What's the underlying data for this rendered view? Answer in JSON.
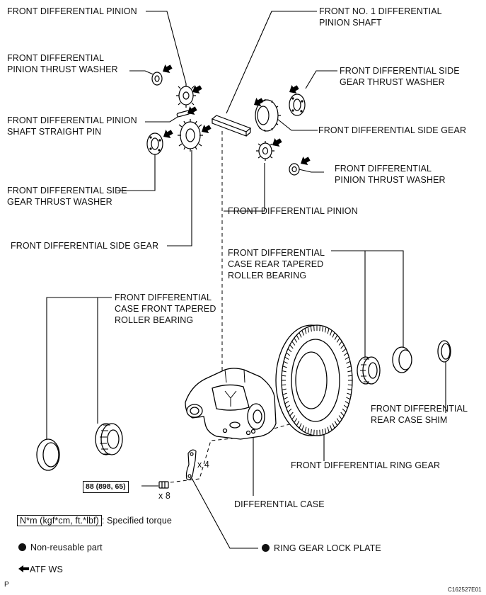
{
  "labels": {
    "front_pinion_top": "FRONT DIFFERENTIAL PINION",
    "no1_pinion_shaft": "FRONT NO. 1 DIFFERENTIAL\nPINION SHAFT",
    "pinion_thrust_washer_left": "FRONT DIFFERENTIAL\nPINION THRUST WASHER",
    "side_gear_thrust_washer_right": "FRONT DIFFERENTIAL SIDE\nGEAR THRUST WASHER",
    "straight_pin": "FRONT DIFFERENTIAL PINION\nSHAFT STRAIGHT PIN",
    "side_gear_right": "FRONT DIFFERENTIAL SIDE GEAR",
    "pinion_thrust_washer_right": "FRONT DIFFERENTIAL\nPINION THRUST WASHER",
    "side_gear_thrust_washer_left": "FRONT DIFFERENTIAL SIDE\nGEAR THRUST WASHER",
    "front_pinion_mid": "FRONT DIFFERENTIAL PINION",
    "side_gear_left": "FRONT DIFFERENTIAL SIDE GEAR",
    "rear_tapered_bearing": "FRONT DIFFERENTIAL\nCASE REAR TAPERED\nROLLER BEARING",
    "front_tapered_bearing": "FRONT DIFFERENTIAL\nCASE FRONT TAPERED\nROLLER BEARING",
    "rear_case_shim": "FRONT DIFFERENTIAL\nREAR CASE SHIM",
    "ring_gear": "FRONT DIFFERENTIAL RING GEAR",
    "differential_case": "DIFFERENTIAL CASE",
    "ring_gear_lock_plate": "RING GEAR LOCK PLATE",
    "qty_x4": "x 4",
    "qty_x8": "x 8"
  },
  "torque": {
    "value": "88 (898, 65)"
  },
  "legend": {
    "torque_unit": "N*m (kgf*cm, ft.*lbf)",
    "torque_desc": ": Specified torque",
    "non_reusable": "Non-reusable part",
    "atf": "ATF WS"
  },
  "footer": {
    "left_code": "P",
    "figure_id": "C162527E01"
  }
}
